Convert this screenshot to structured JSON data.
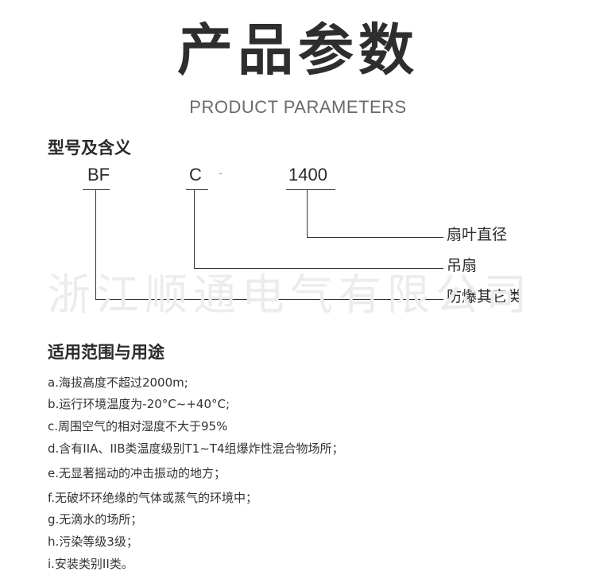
{
  "header": {
    "title_cn": "产品参数",
    "title_en": "PRODUCT PARAMETERS"
  },
  "model": {
    "section_title": "型号及含义",
    "codes": [
      "BF",
      "C",
      "1400"
    ],
    "separator": "-",
    "meanings": [
      "扇叶直径",
      "吊扇",
      "防爆其它类"
    ]
  },
  "watermark": "浙江顺通电气有限公司",
  "usage": {
    "section_title": "适用范围与用途",
    "items": [
      "a.海拔高度不超过2000m;",
      "b.运行环境温度为-20°C~+40°C;",
      "c.周围空气的相对湿度不大于95%",
      "d.含有IIA、IIB类温度级别T1~T4组爆炸性混合物场所；",
      "e.无显著摇动的冲击振动的地方；",
      "f.无破坏环绝缘的气体或蒸气的环境中；",
      "g.无滴水的场所；",
      "h.污染等级3级；",
      "i.安装类别II类。"
    ]
  }
}
